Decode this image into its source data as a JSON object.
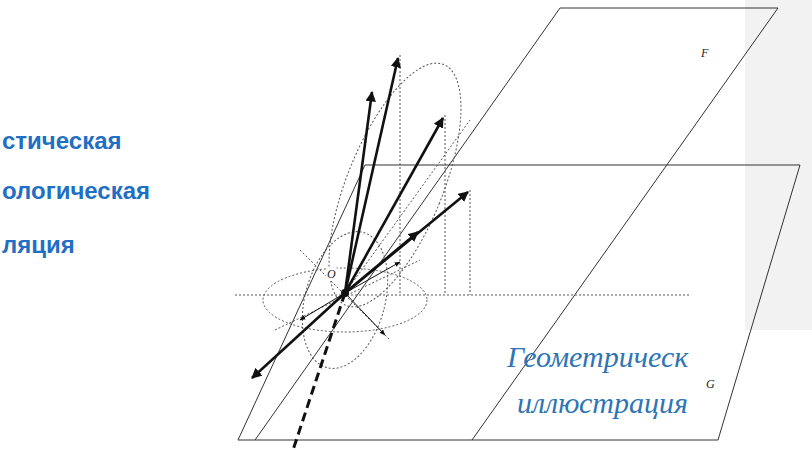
{
  "diagram": {
    "labels": [
      "стическая",
      "ологическая",
      "ляция",
      "F",
      "O",
      "G",
      "Геометрическ",
      "иллюстрация"
    ]
  }
}
